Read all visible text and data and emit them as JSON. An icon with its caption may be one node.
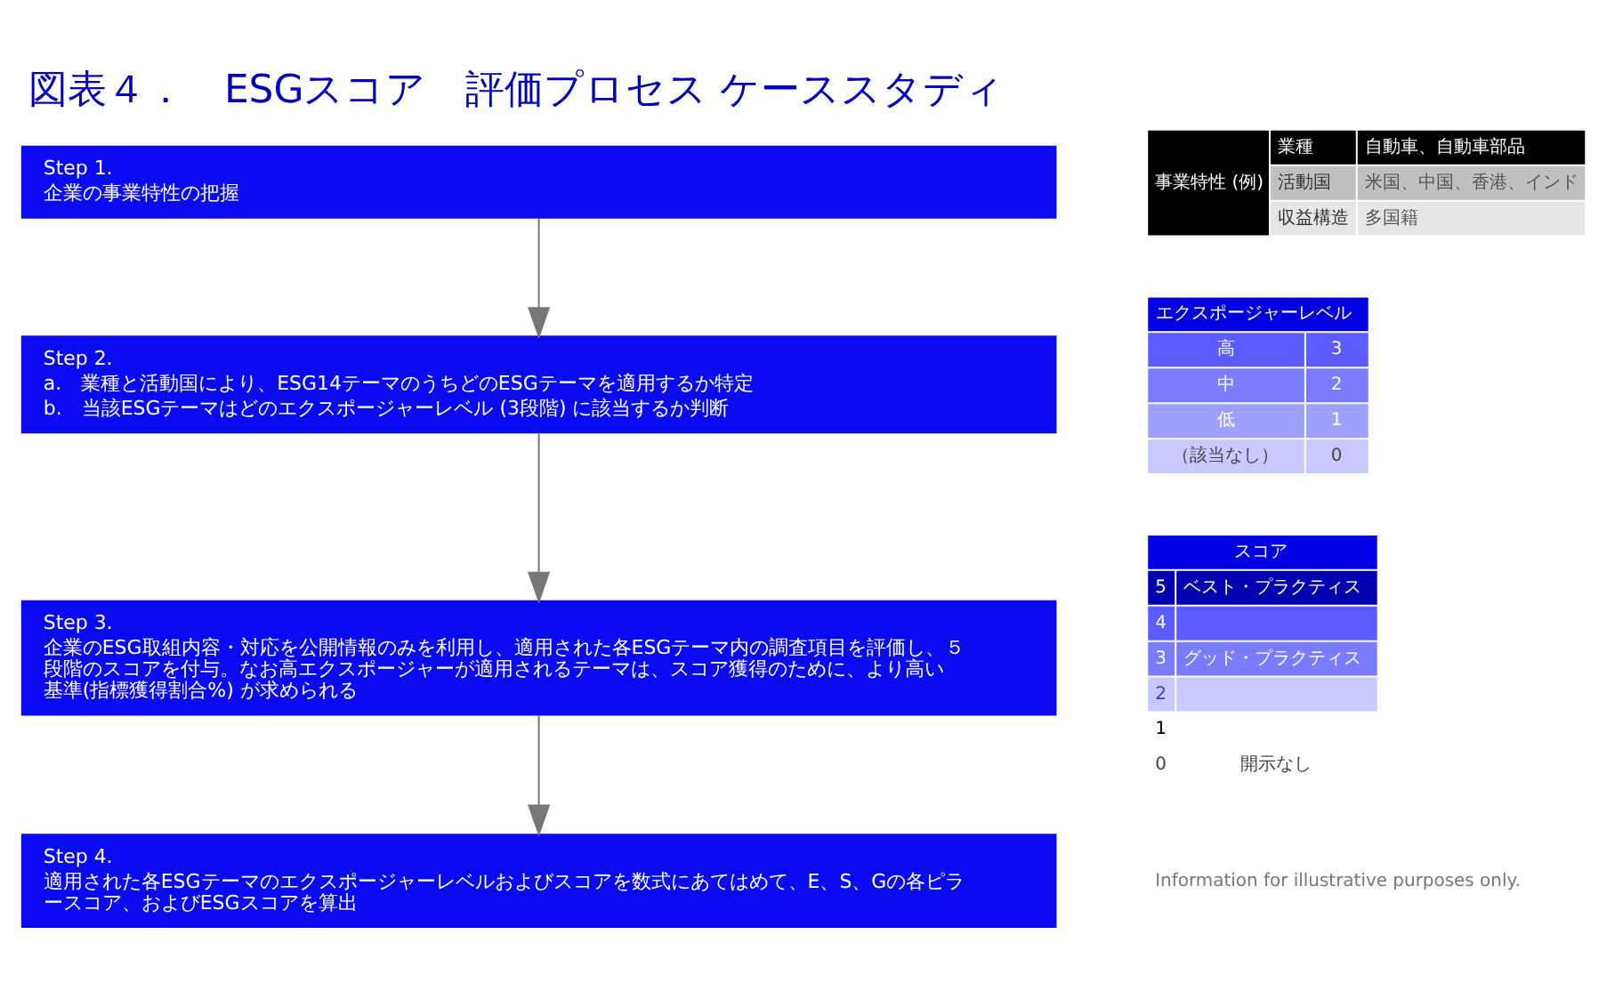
{
  "diagram": {
    "title": "図表４．　ESGスコア　評価プロセス ケーススタディ",
    "nodes": [
      {
        "text": [
          "Step 1.",
          "企業の事業特性の把握"
        ]
      },
      {
        "text": [
          "Step 2.",
          "a.　業種と活動国により、ESG14テーマのうちどのESGテーマを適用するか特定",
          "b.　当該ESGテーマはどのエクスポージャーレベル (3段階) に該当するか判断"
        ]
      },
      {
        "text": [
          "Step 3.",
          "企業のESG取組内容・対応を公開情報のみを利用し、適用された各ESGテーマ内の調査項目を評価し、５段階のスコアを付与。なお高エクスポージャーが適用されるテーマは、スコア獲得のために、より高い基準(指標獲得割合%) が求められる"
        ]
      },
      {
        "text": [
          "Step 4.",
          "適用された各ESGテーマのエクスポージャーレベルおよびスコアを数式にあてはめて、E、S、Gの各ピラースコア、およびESGスコアを算出"
        ]
      }
    ],
    "edges": [
      {
        "from": 0,
        "to": 1,
        "arrow": "to"
      },
      {
        "from": 1,
        "to": 2,
        "arrow": "to"
      },
      {
        "from": 2,
        "to": 3,
        "arrow": "to"
      }
    ],
    "labels": [
      "事業特性 (例)",
      "業種",
      "自動車、自動車部品",
      "活動国",
      "米国、中国、香港、インド",
      "収益構造",
      "多国籍",
      "エクスポージャーレベル",
      "高",
      "3",
      "中",
      "2",
      "低",
      "1",
      "（該当なし）",
      "0",
      "スコア",
      "5",
      "ベスト・プラクティス",
      "4",
      "3",
      "グッド・プラクティス",
      "2",
      "1",
      "0",
      "開示なし",
      "Information for illustrative purposes only."
    ]
  }
}
